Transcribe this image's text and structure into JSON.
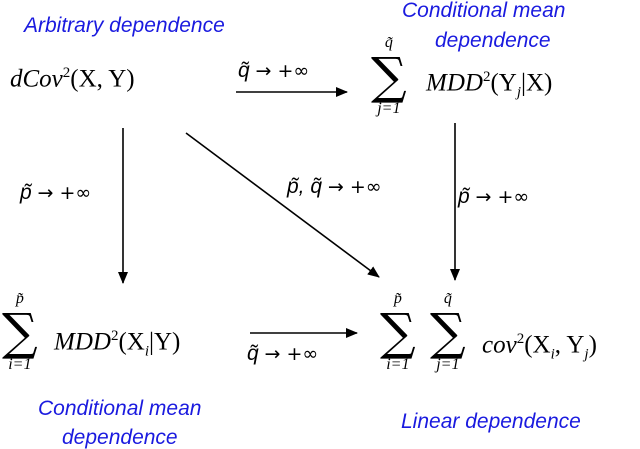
{
  "labels": {
    "arbitrary": "Arbitrary dependence",
    "cond_mean_top_1": "Conditional mean",
    "cond_mean_top_2": "dependence",
    "cond_mean_bottom_1": "Conditional mean",
    "cond_mean_bottom_2": "dependence",
    "linear": "Linear dependence"
  },
  "nodes": {
    "dcov": {
      "prefix": "dCov",
      "sup": "2",
      "args": "(X, Y)"
    },
    "mdd_yx": {
      "sum_upper": "q̃",
      "sum_lower": "j=1",
      "body": "MDD",
      "sup": "2",
      "args_open": "(Y",
      "sub": "j",
      "args_close": "|X)"
    },
    "mdd_xy": {
      "sum_upper": "p̃",
      "sum_lower": "i=1",
      "body": "MDD",
      "sup": "2",
      "args_open": "(X",
      "sub": "i",
      "args_close": "|Y)"
    },
    "cov": {
      "sum1_upper": "p̃",
      "sum1_lower": "i=1",
      "sum2_upper": "q̃",
      "sum2_lower": "j=1",
      "body": "cov",
      "sup": "2",
      "args_open": "(X",
      "sub1": "i",
      "mid": ", Y",
      "sub2": "j",
      "args_close": ")"
    }
  },
  "arrows": {
    "top": {
      "var": "q̃",
      "rel": "→ +∞"
    },
    "left": {
      "var": "p̃",
      "rel": "→ +∞"
    },
    "right": {
      "var": "p̃",
      "rel": "→ +∞"
    },
    "diag": {
      "var": "p̃, q̃",
      "rel": "→ +∞"
    },
    "bottom": {
      "var": "q̃",
      "rel": "→ +∞"
    }
  }
}
